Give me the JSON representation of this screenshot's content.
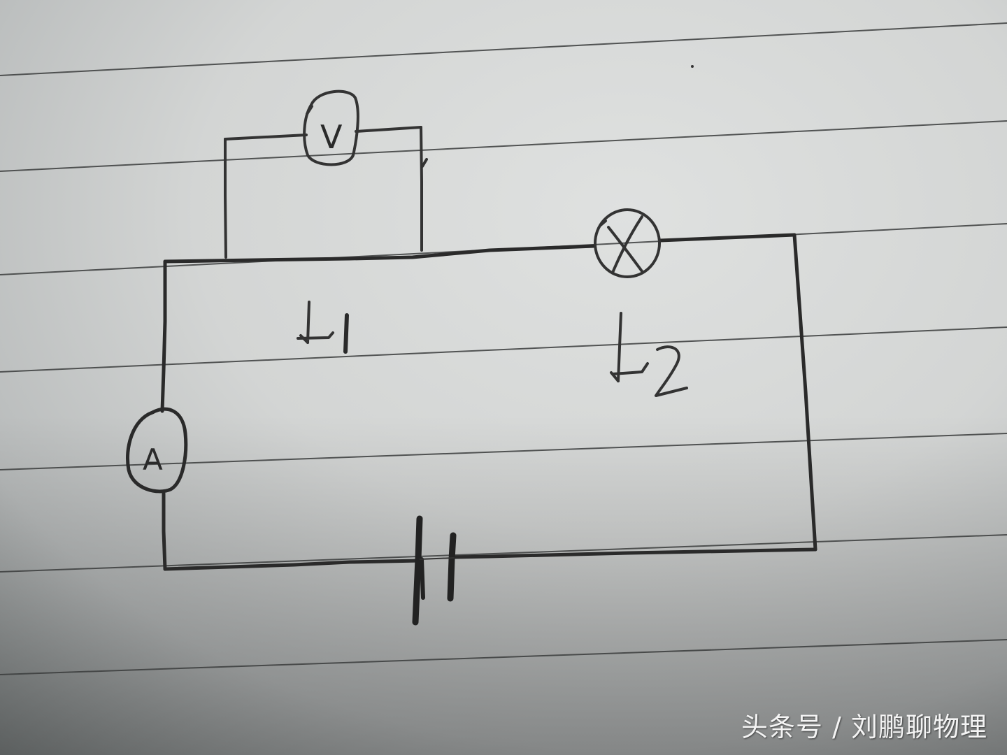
{
  "diagram": {
    "type": "hand-drawn series circuit on ruled notebook paper",
    "components": [
      {
        "id": "voltmeter",
        "symbol": "V",
        "label": "V",
        "connection": "parallel across a wire segment of L1 branch (top)"
      },
      {
        "id": "lamp_L2",
        "symbol": "⊗",
        "label": "L2",
        "connection": "series, top-right"
      },
      {
        "id": "ammeter",
        "symbol": "A",
        "label": "A",
        "connection": "series, left side"
      },
      {
        "id": "battery",
        "symbol": "battery cell",
        "label": "",
        "connection": "series, bottom"
      }
    ],
    "labels": {
      "l1": "L",
      "l1_sub": "1",
      "l2": "L",
      "l2_sub": "2",
      "voltmeter": "V",
      "ammeter": "A",
      "lamp": "X"
    }
  },
  "watermark": {
    "text": "头条号 / 刘鹏聊物理"
  },
  "colors": {
    "paper_light": "#d9dbda",
    "paper_dark": "#8e9292",
    "ink": "#2a2a2a",
    "rule_line": "#3a3c3c",
    "watermark": "#f4f4f4"
  }
}
